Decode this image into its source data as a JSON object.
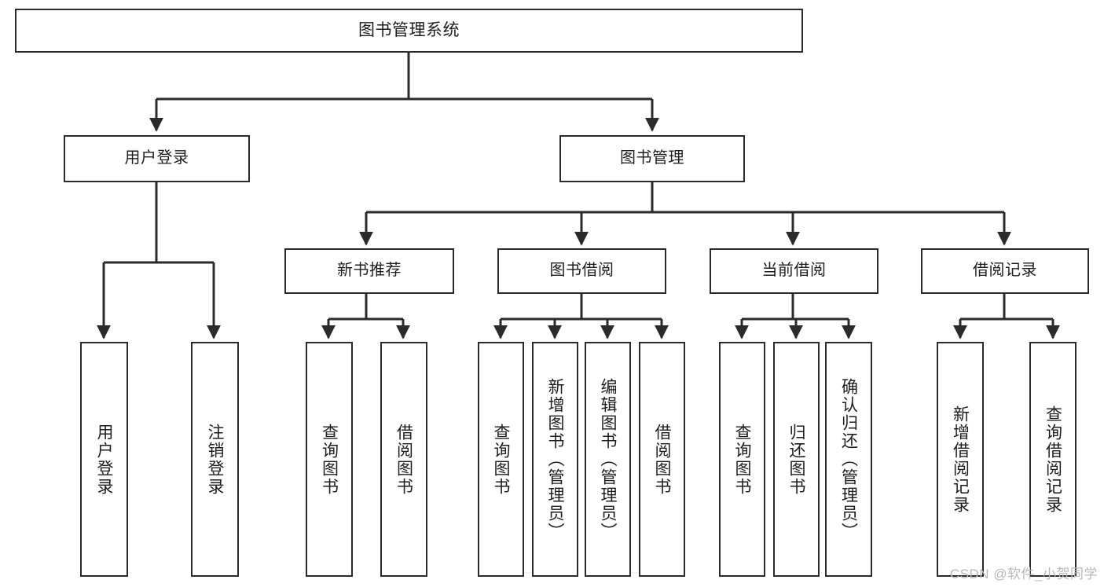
{
  "diagram": {
    "title": "图书管理系统",
    "type": "tree-hierarchy-chart",
    "colors": {
      "node_border": "#2b2b2b",
      "node_fill": "#ffffff",
      "edge": "#2b2b2b",
      "text": "#1d1d1d",
      "watermark": "#b9b9b9",
      "background": "#ffffff"
    },
    "watermark": "CSDN @软件_小贺同学",
    "nodes": {
      "root": {
        "label": "图书管理系统",
        "level": 1
      },
      "user_login": {
        "label": "用户登录",
        "level": 2
      },
      "book_manage": {
        "label": "图书管理",
        "level": 2
      },
      "new_book_rec": {
        "label": "新书推荐",
        "level": 3
      },
      "book_borrow": {
        "label": "图书借阅",
        "level": 3
      },
      "current_borrow": {
        "label": "当前借阅",
        "level": 3
      },
      "borrow_record": {
        "label": "借阅记录",
        "level": 3
      },
      "leaf_user_login": {
        "label": "用户登录",
        "level": 4
      },
      "leaf_logout": {
        "label": "注销登录",
        "level": 4
      },
      "leaf_query_book_1": {
        "label": "查询图书",
        "level": 4
      },
      "leaf_borrow_book_1": {
        "label": "借阅图书",
        "level": 4
      },
      "leaf_query_book_2": {
        "label": "查询图书",
        "level": 4
      },
      "leaf_add_book": {
        "label": "新增图书（管理员）",
        "level": 4
      },
      "leaf_edit_book": {
        "label": "编辑图书（管理员）",
        "level": 4
      },
      "leaf_borrow_book_2": {
        "label": "借阅图书",
        "level": 4
      },
      "leaf_query_book_3": {
        "label": "查询图书",
        "level": 4
      },
      "leaf_return_book": {
        "label": "归还图书",
        "level": 4
      },
      "leaf_confirm_return": {
        "label": "确认归还（管理员）",
        "level": 4
      },
      "leaf_add_record": {
        "label": "新增借阅记录",
        "level": 4
      },
      "leaf_query_record": {
        "label": "查询借阅记录",
        "level": 4
      }
    }
  }
}
